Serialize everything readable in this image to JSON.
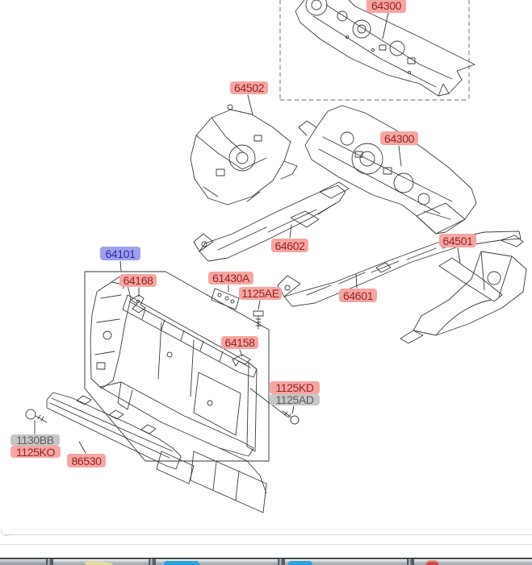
{
  "app": {
    "description": "vehicle parts catalog diagram - front fender apron and radiator support panel",
    "background": "#ffffff"
  },
  "colors": {
    "label_pink_bg": "#f4a6a3",
    "label_pink_text": "#992222",
    "label_selected_bg": "#9fa0ec",
    "label_selected_text": "#2b2ba8",
    "label_gray_bg": "#c6c6c6",
    "label_gray_text": "#5e5e5e",
    "drawing_stroke": "#3b3b3b",
    "taskbar_icon_blue": "#2ea3e3",
    "taskbar_icon_red": "#cc4a44",
    "taskbar_icon_folder": "#e7d9a0"
  },
  "labels": {
    "p64300_top": {
      "text": "64300",
      "style": "pink"
    },
    "p64502": {
      "text": "64502",
      "style": "pink"
    },
    "p64300_mid": {
      "text": "64300",
      "style": "pink"
    },
    "p64602": {
      "text": "64602",
      "style": "pink"
    },
    "p64501": {
      "text": "64501",
      "style": "pink"
    },
    "p64601": {
      "text": "64601",
      "style": "pink"
    },
    "p64101": {
      "text": "64101",
      "style": "blue-selected"
    },
    "p64168": {
      "text": "64168",
      "style": "pink"
    },
    "p61430A": {
      "text": "61430A",
      "style": "pink"
    },
    "p1125AE": {
      "text": "1125AE",
      "style": "pink"
    },
    "p64158": {
      "text": "64158",
      "style": "pink"
    },
    "p1125KD": {
      "text": "1125KD",
      "style": "pink"
    },
    "p1125AD": {
      "text": "1125AD",
      "style": "gray"
    },
    "p1130BB": {
      "text": "1130BB",
      "style": "gray"
    },
    "p1125KO": {
      "text": "1125KO",
      "style": "pink"
    },
    "p86530": {
      "text": "86530",
      "style": "pink"
    }
  },
  "taskbar": {
    "icons": [
      {
        "name": "folder-icon"
      },
      {
        "name": "blue-app-icon"
      },
      {
        "name": "blue-app-icon"
      },
      {
        "name": "red-app-icon"
      }
    ]
  }
}
